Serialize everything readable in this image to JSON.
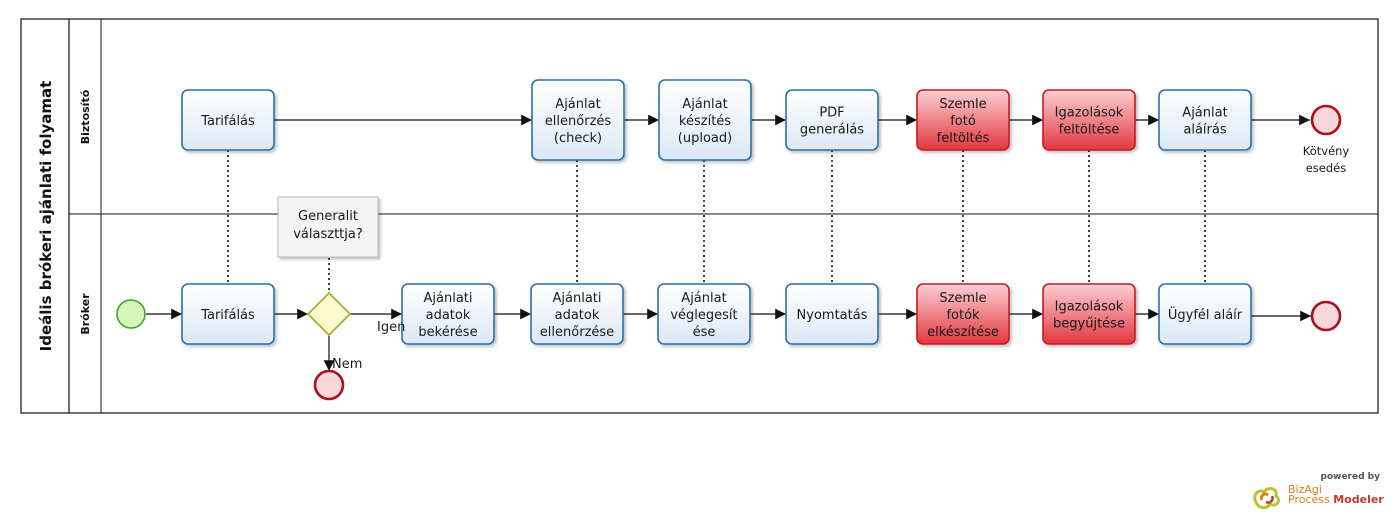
{
  "pool": {
    "title": "Ideális brókeri ajánlati folyamat"
  },
  "lanes": {
    "top": "Biztosító",
    "bottom": "Bróker"
  },
  "top_tasks": [
    {
      "lines": [
        "Tarifálás"
      ]
    },
    {
      "lines": [
        "Ajánlat",
        "ellenőrzés",
        "(check)"
      ]
    },
    {
      "lines": [
        "Ajánlat",
        "készítés",
        "(upload)"
      ]
    },
    {
      "lines": [
        "PDF",
        "generálás"
      ]
    },
    {
      "lines": [
        "Szemle",
        "fotó",
        "feltöltés"
      ]
    },
    {
      "lines": [
        "Igazolások",
        "feltöltése"
      ]
    },
    {
      "lines": [
        "Ajánlat",
        "aláírás"
      ]
    }
  ],
  "bottom_tasks": [
    {
      "lines": [
        "Tarifálás"
      ]
    },
    {
      "lines": [
        "Ajánlati",
        "adatok",
        "bekérése"
      ]
    },
    {
      "lines": [
        "Ajánlati",
        "adatok",
        "ellenőrzése"
      ]
    },
    {
      "lines": [
        "Ajánlat",
        "véglegesít",
        "ése"
      ]
    },
    {
      "lines": [
        "Nyomtatás"
      ]
    },
    {
      "lines": [
        "Szemle",
        "fotók",
        "elkészítése"
      ]
    },
    {
      "lines": [
        "Igazolások",
        "begyűjtése"
      ]
    },
    {
      "lines": [
        "Ügyfél aláír"
      ]
    }
  ],
  "gateway": {
    "yes_label": "Igen",
    "no_label": "Nem"
  },
  "annotation": {
    "lines": [
      "Generalit",
      "választtja?"
    ]
  },
  "end_event_top": {
    "lines": [
      "Kötvény",
      "esedés"
    ]
  },
  "colors": {
    "task_fill": "#eef4fb",
    "task_stroke": "#2b6fad",
    "highlight_fill": "#ef6b72",
    "highlight_stroke": "#c41a22",
    "start_fill": "#d6f5b8",
    "start_stroke": "#3fa62a",
    "end_fill": "#f7d7d9",
    "end_stroke": "#a8111c",
    "gateway_fill": "#fdfcd0",
    "gateway_stroke": "#a9a62a"
  },
  "logo": {
    "powered": "powered by",
    "brand": "BizAgi",
    "product_a": "Process ",
    "product_b": "Modeler"
  }
}
